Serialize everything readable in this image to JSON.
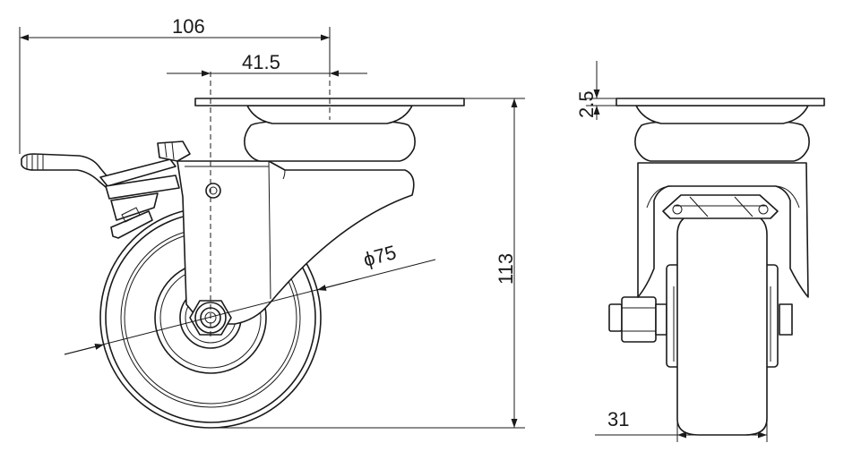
{
  "drawing": {
    "dimensions": {
      "overall_width": "106",
      "offset": "41.5",
      "wheel_diameter": "ϕ75",
      "overall_height": "113",
      "plate_thickness": "2.5",
      "wheel_width": "31"
    }
  }
}
